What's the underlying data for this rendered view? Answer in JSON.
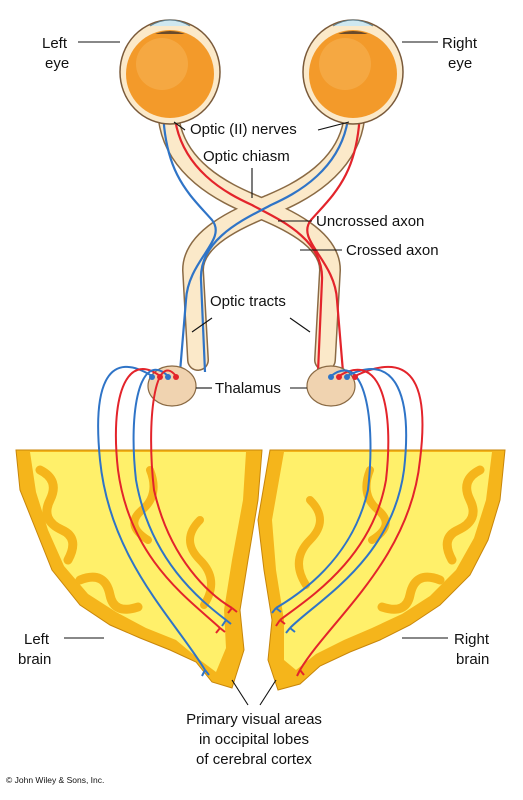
{
  "labels": {
    "left_eye_1": "Left",
    "left_eye_2": "eye",
    "right_eye_1": "Right",
    "right_eye_2": "eye",
    "optic_nerves": "Optic (II) nerves",
    "optic_chiasm": "Optic chiasm",
    "uncrossed_axon": "Uncrossed axon",
    "crossed_axon": "Crossed axon",
    "optic_tracts": "Optic tracts",
    "thalamus": "Thalamus",
    "left_brain_1": "Left",
    "left_brain_2": "brain",
    "right_brain_1": "Right",
    "right_brain_2": "brain",
    "visual_areas_1": "Primary visual areas",
    "visual_areas_2": "in occipital lobes",
    "visual_areas_3": "of cerebral cortex"
  },
  "copyright": "© John Wiley & Sons, Inc.",
  "colors": {
    "eye": "#f39a2a",
    "nerve": "#fbe9c9",
    "blue_axon": "#2f74c7",
    "red_axon": "#e3242b",
    "cortex_outer": "#f5b51b",
    "cortex_inner": "#fff06a",
    "thalamus": "#f0d3b0"
  }
}
